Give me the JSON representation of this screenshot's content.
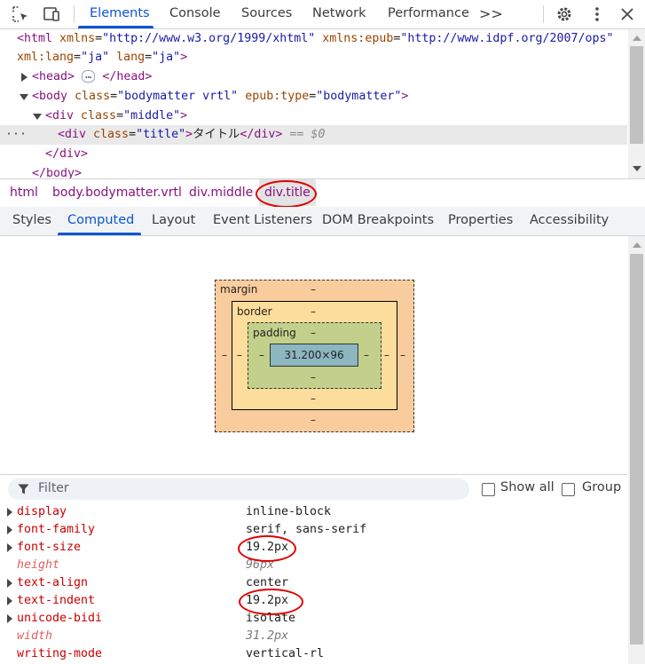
{
  "toolbar": {
    "tabs": [
      "Elements",
      "Console",
      "Sources",
      "Network",
      "Performance"
    ],
    "more": ">>"
  },
  "dom_tree": {
    "line1_a": "<html ",
    "line1_attr1": "xmlns",
    "line1_val1": "\"http://www.w3.org/1999/xhtml\"",
    "line1_attr2": "xmlns:epub",
    "line1_val2": "\"http://www.idpf.org/2007/ops\"",
    "line2_attr1": "xml:lang",
    "line2_val1": "\"ja\"",
    "line2_attr2": "lang",
    "line2_val2": "\"ja\"",
    "line2_end": ">",
    "head_open": "<head>",
    "head_close": "</head>",
    "head_ellipsis": "…",
    "body_open": "<body ",
    "body_attr1": "class",
    "body_val1": "\"bodymatter vrtl\"",
    "body_attr2": "epub:type",
    "body_val2": "\"bodymatter\"",
    "body_end": ">",
    "div_open": "<div ",
    "div_attr": "class",
    "div_middle_val": "\"middle\"",
    "div_end": ">",
    "title_div_open": "<div ",
    "title_attr": "class",
    "title_val": "\"title\"",
    "title_gt": ">",
    "title_text": "タイトル",
    "title_close": "</div>",
    "title_eq": "== $0",
    "selected_dots": "···",
    "div_close": "</div>",
    "body_close": "</body>"
  },
  "breadcrumbs": [
    "html",
    "body.bodymatter.vrtl",
    "div.middle",
    "div.title"
  ],
  "subtabs": [
    "Styles",
    "Computed",
    "Layout",
    "Event Listeners",
    "DOM Breakpoints",
    "Properties",
    "Accessibility"
  ],
  "box_model": {
    "margin_label": "margin",
    "border_label": "border",
    "padding_label": "padding",
    "dash": "–",
    "content": "31.200×96"
  },
  "filter": {
    "placeholder": "Filter",
    "show_all": "Show all",
    "group": "Group"
  },
  "computed": [
    {
      "name": "display",
      "value": "inline-block",
      "expandable": true
    },
    {
      "name": "font-family",
      "value": "serif, sans-serif",
      "expandable": true
    },
    {
      "name": "font-size",
      "value": "19.2px",
      "expandable": true
    },
    {
      "name": "height",
      "value": "96px",
      "expandable": false
    },
    {
      "name": "text-align",
      "value": "center",
      "expandable": true
    },
    {
      "name": "text-indent",
      "value": "19.2px",
      "expandable": true
    },
    {
      "name": "unicode-bidi",
      "value": "isolate",
      "expandable": true
    },
    {
      "name": "width",
      "value": "31.2px",
      "expandable": false
    },
    {
      "name": "writing-mode",
      "value": "vertical-rl",
      "expandable": false
    }
  ],
  "colors": {
    "accent": "#0b57d0",
    "margin": "#f9cc9d",
    "border": "#fddd9b",
    "padding": "#c3d08b",
    "content": "#8cb6c0",
    "highlight": "#e00000"
  }
}
